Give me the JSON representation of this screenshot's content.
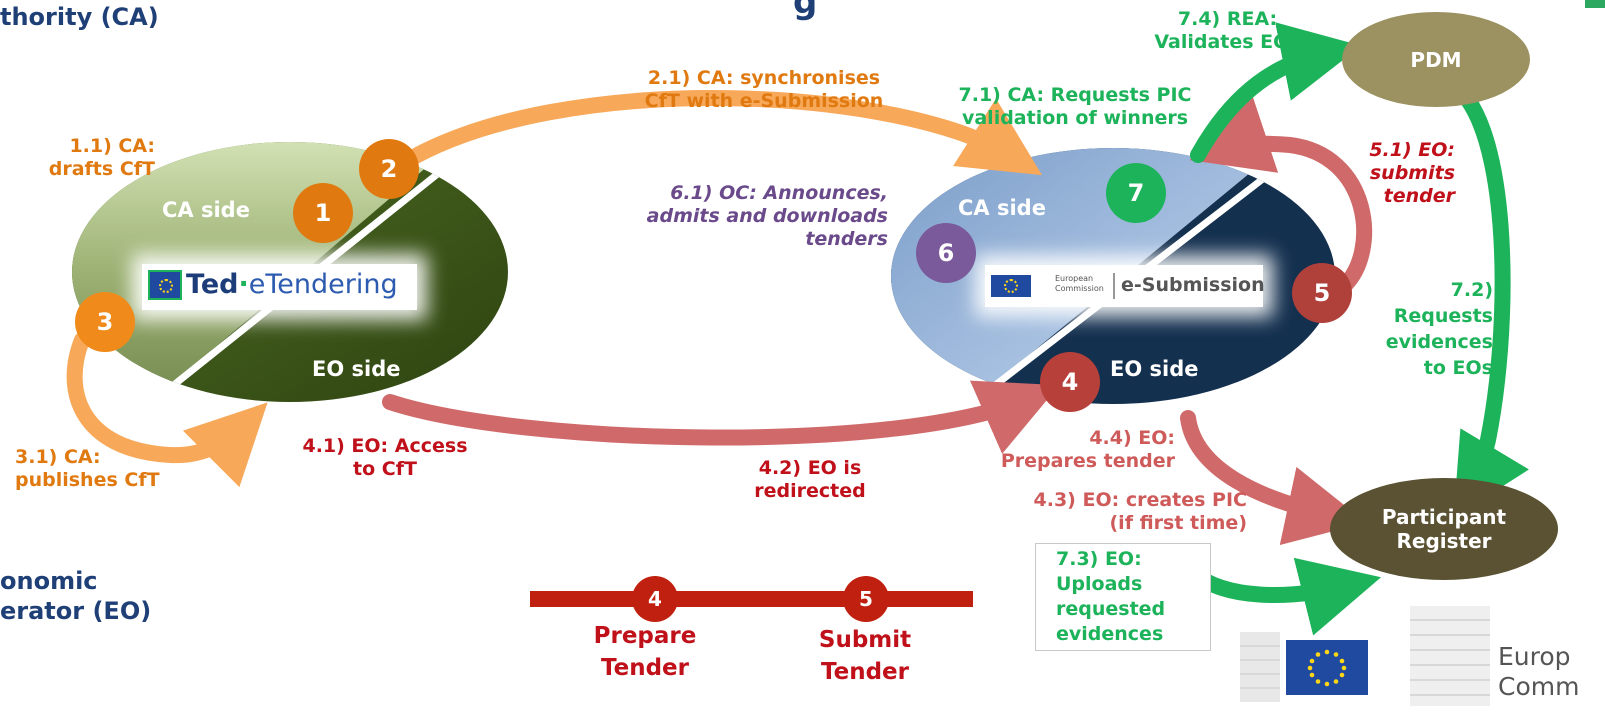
{
  "headers": {
    "ca_partial": "thority (CA)",
    "title_fragment": "g",
    "eo_line1": "onomic",
    "eo_line2": "erator (EO)"
  },
  "left_ellipse": {
    "ca_side": "CA side",
    "eo_side": "EO side",
    "logo_brand": "Ted",
    "logo_dot": "·",
    "logo_product": "eTendering"
  },
  "right_ellipse": {
    "ca_side": "CA side",
    "eo_side": "EO side",
    "logo_line1": "European",
    "logo_line2": "Commission",
    "logo_product": "e-Submission"
  },
  "nodes": {
    "pdm": "PDM",
    "participant_register_line1": "Participant",
    "participant_register_line2": "Register"
  },
  "step_numbers": {
    "n1": "1",
    "n2": "2",
    "n3": "3",
    "n4": "4",
    "n5": "5",
    "n6": "6",
    "n7": "7"
  },
  "steps": {
    "s1_1": [
      "1.1) CA:",
      "drafts CfT"
    ],
    "s2_1": [
      "2.1) CA: synchronises",
      "CfT with e-Submission"
    ],
    "s3_1": [
      "3.1) CA:",
      "publishes CfT"
    ],
    "s4_1": [
      "4.1) EO: Access",
      "to CfT"
    ],
    "s4_2": [
      "4.2) EO is",
      "redirected"
    ],
    "s4_3": [
      "4.3) EO: creates PIC",
      "(if first time)"
    ],
    "s4_4": [
      "4.4) EO:",
      "Prepares tender"
    ],
    "s5_1": [
      "5.1) EO:",
      "submits",
      "tender"
    ],
    "s6_1": [
      "6.1) OC: Announces,",
      "admits and downloads",
      "tenders"
    ],
    "s7_1": [
      "7.1) CA: Requests PIC",
      "validation of winners"
    ],
    "s7_2": [
      "7.2)",
      "Requests",
      "evidences",
      "to EOs"
    ],
    "s7_3": [
      "7.3) EO:",
      "Uploads",
      "requested",
      "evidences"
    ],
    "s7_4": [
      "7.4) REA:",
      "Validates EOs"
    ]
  },
  "legend": {
    "items": [
      {
        "number": "4",
        "line1": "Prepare",
        "line2": "Tender"
      },
      {
        "number": "5",
        "line1": "Submit",
        "line2": "Tender"
      }
    ]
  },
  "footer": {
    "ec_line1": "Europ",
    "ec_line2": "Comm"
  },
  "colors": {
    "orange": "#e07a10",
    "light_orange_arrow": "#f7a859",
    "red": "#c0101a",
    "rose_arrow": "#d06a6a",
    "green": "#1db35a",
    "purple": "#7a5a9a",
    "navy": "#1f3f77",
    "olive_dark": "#3c5518",
    "olive_light": "#c8d9a6",
    "blue_light": "#8fb0d8",
    "blue_dark": "#14304f",
    "pdm_fill": "#9c9160",
    "register_fill": "#5a5232"
  }
}
